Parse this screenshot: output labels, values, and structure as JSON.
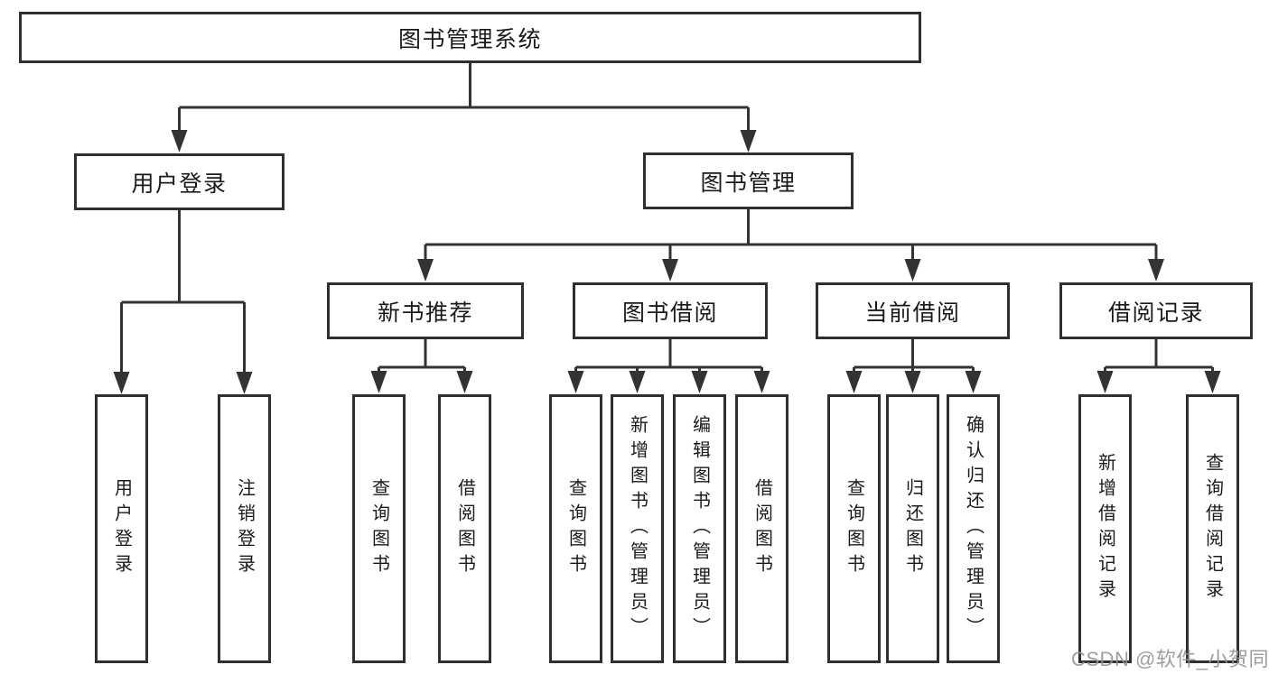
{
  "title": "图书管理系统",
  "tree": {
    "root": "图书管理系统",
    "branches": [
      {
        "label": "用户登录",
        "children": [
          "用户登录",
          "注销登录"
        ]
      },
      {
        "label": "图书管理",
        "children": [
          {
            "label": "新书推荐",
            "children": [
              "查询图书",
              "借阅图书"
            ]
          },
          {
            "label": "图书借阅",
            "children": [
              "查询图书",
              "新增图书（管理员）",
              "编辑图书（管理员）",
              "借阅图书"
            ]
          },
          {
            "label": "当前借阅",
            "children": [
              "查询图书",
              "归还图书",
              "确认归还（管理员）"
            ]
          },
          {
            "label": "借阅记录",
            "children": [
              "新增借阅记录",
              "查询借阅记录"
            ]
          }
        ]
      }
    ]
  },
  "watermark": "CSDN @软件_小贺同学",
  "colors": {
    "line": "#333333",
    "box_border": "#2f2f2f",
    "text": "#1a1a1a",
    "watermark": "#949494",
    "background": "#ffffff"
  }
}
